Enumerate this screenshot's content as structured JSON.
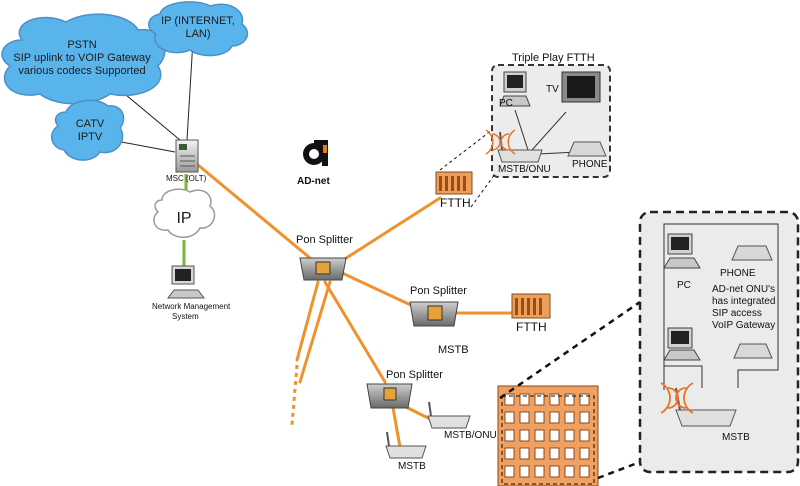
{
  "clouds": {
    "pstn": [
      "PSTN",
      "SIP uplink to VOIP Gateway",
      "various codecs Supported"
    ],
    "ip_internet": [
      "IP (INTERNET,",
      "LAN)"
    ],
    "catv": [
      "CATV",
      "IPTV"
    ],
    "ip": "IP"
  },
  "devices": {
    "msc": "MSC (OLT)",
    "nms": [
      "Network Management",
      "System"
    ],
    "brand": "AD-net"
  },
  "splitters": {
    "main": "Pon Splitter",
    "mid": "Pon Splitter",
    "lower": "Pon Splitter"
  },
  "ftth": {
    "upper": "FTTH",
    "mid": "FTTH"
  },
  "triple_play": {
    "title": "Triple Play FTTH",
    "pc": "PC",
    "tv": "TV",
    "phone": "PHONE",
    "mstb_onu": "MSTB/ONU"
  },
  "standalone": {
    "mstb_mid": "MSTB",
    "mstb_onu_low": "MSTB/ONU",
    "mstb_low": "MSTB"
  },
  "building_panel": {
    "phone": "PHONE",
    "pc": "PC",
    "note": [
      "AD-net ONU's",
      "has integrated",
      "SIP access",
      "VoIP Gateway"
    ],
    "mstb": "MSTB"
  },
  "colors": {
    "fiber": "#f0912b",
    "cloud": "#5ab4ec",
    "cloud_edge": "#4a8fc8",
    "link_green": "#7ab43a",
    "panel_bg": "#ebebeb",
    "building": "#f0a060"
  }
}
